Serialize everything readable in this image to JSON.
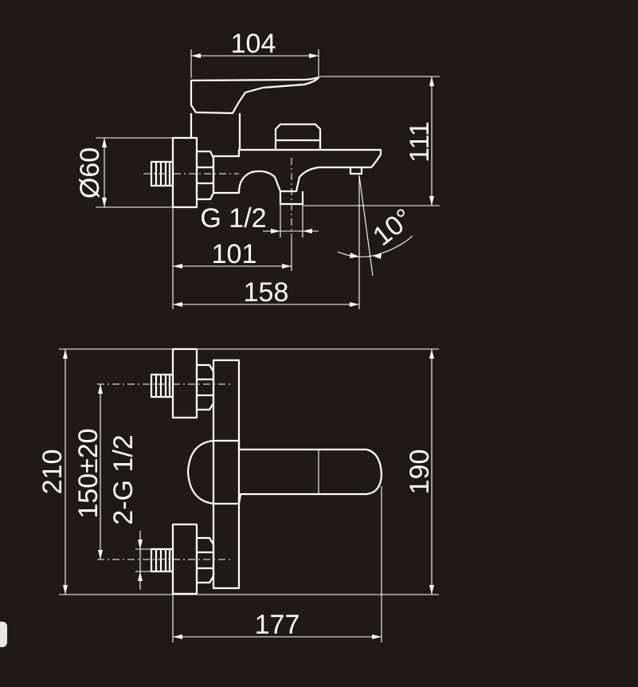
{
  "dimensions": {
    "top_view": {
      "width_104": "104",
      "height_111": "111",
      "diameter_60": "Ø60",
      "thread_g12": "G 1/2",
      "length_101": "101",
      "length_158": "158",
      "angle_10": "10°"
    },
    "front_view": {
      "height_210": "210",
      "spacing_150": "150±20",
      "thread_2g12": "2-G 1/2",
      "height_190": "190",
      "width_177": "177"
    }
  },
  "colors": {
    "background": "#1f1a17",
    "line": "#ffffff"
  }
}
